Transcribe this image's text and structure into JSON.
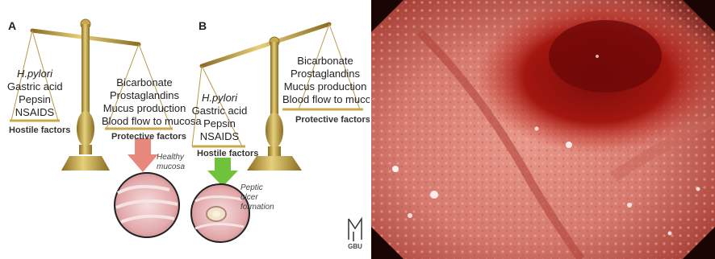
{
  "panel_a": {
    "letter": "A",
    "hostile": [
      "H.pylori",
      "Gastric acid",
      "Pepsin",
      "NSAIDS"
    ],
    "hostile_caption": "Hostile factors",
    "protective": [
      "Bicarbonate",
      "Prostaglandins",
      "Mucus production",
      "Blood flow to mucosa"
    ],
    "protective_caption": "Protective factors",
    "outcome": "Healthy mucosa"
  },
  "panel_b": {
    "letter": "B",
    "hostile": [
      "H.pylori",
      "Gastric acid",
      "Pepsin",
      "NSAIDS"
    ],
    "hostile_caption": "Hostile factors",
    "protective": [
      "Bicarbonate",
      "Prostaglandins",
      "Mucus production",
      "Blood flow to mucosa"
    ],
    "protective_caption": "Protective factors",
    "outcome": "Peptic ulcer formation"
  },
  "logo_text": "GBU",
  "colors": {
    "brass": "#c9a94a",
    "brass_dark": "#8a6d22",
    "arrow_healthy": "#e8877c",
    "arrow_ulcer": "#6fc23a",
    "mucosa": "#e9b7b7"
  }
}
